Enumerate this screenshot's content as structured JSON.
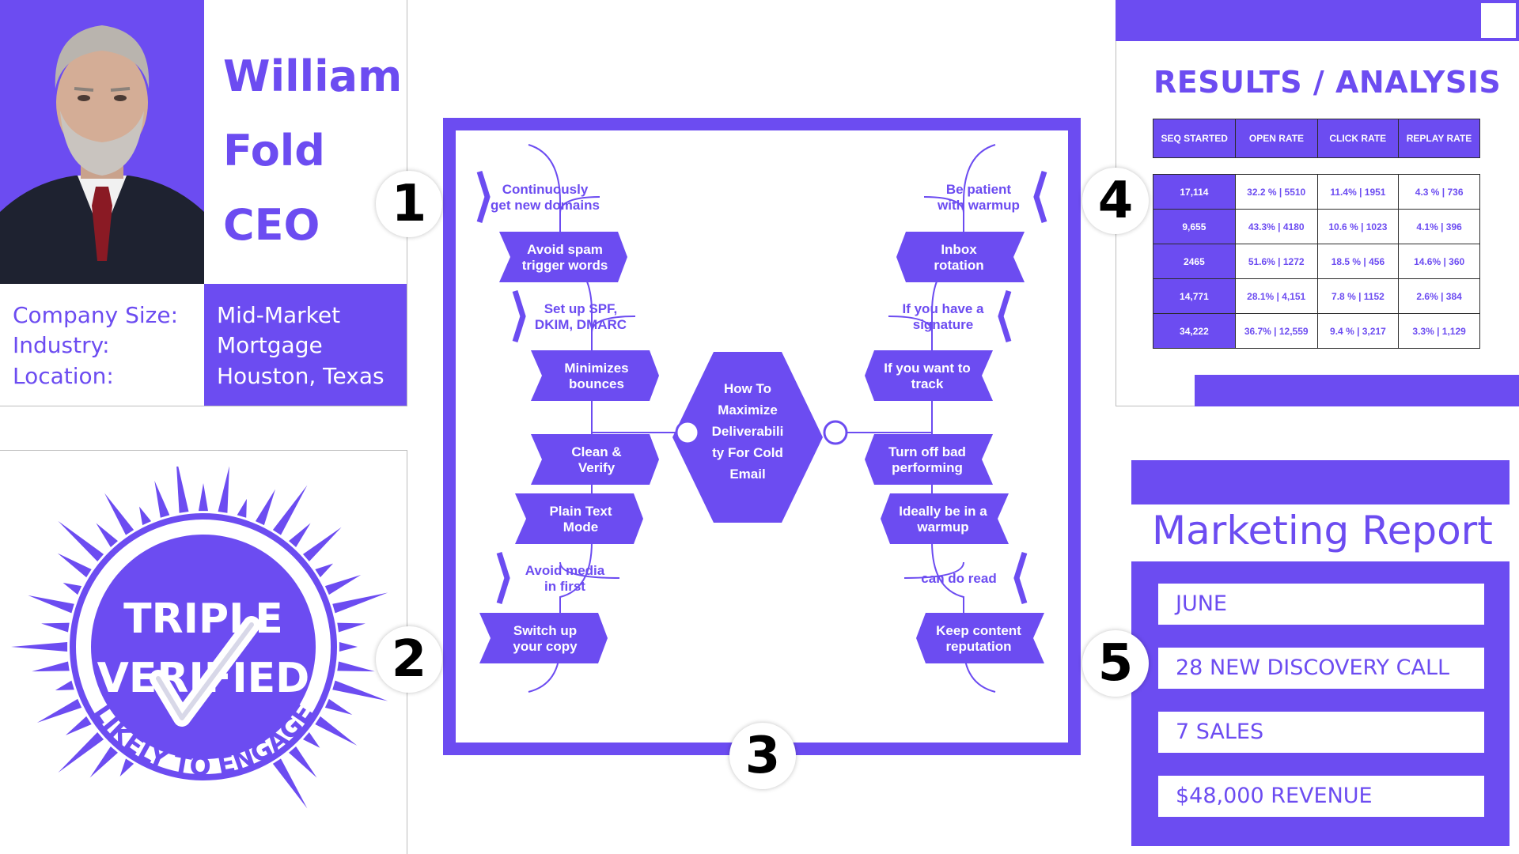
{
  "profile": {
    "first_name": "William",
    "last_name": "Fold",
    "title": "CEO",
    "labels": [
      "Company Size:",
      "Industry:",
      "Location:"
    ],
    "values": [
      "Mid-Market",
      "Mortgage",
      "Houston, Texas"
    ]
  },
  "badge": {
    "line1": "TRIPLE",
    "line2": "VERIFIED",
    "arc": "LIKELY TO ENGAGE"
  },
  "numbers": [
    "1",
    "2",
    "3",
    "4",
    "5"
  ],
  "mindmap": {
    "center": [
      "How To",
      "Maximize",
      "Deliverabili",
      "ty For Cold",
      "Email"
    ],
    "left": [
      [
        "Continuously",
        "get new domains"
      ],
      [
        "Avoid spam",
        "trigger words"
      ],
      [
        "Set up SPF,",
        "DKIM, DMARC"
      ],
      [
        "Minimizes",
        "bounces"
      ],
      [
        "Clean &",
        "Verify"
      ],
      [
        "Plain Text",
        "Mode"
      ],
      [
        "Avoid media",
        "in first"
      ],
      [
        "Switch up",
        "your copy"
      ]
    ],
    "right": [
      [
        "Be patient",
        "with warmup"
      ],
      [
        "Inbox",
        "rotation"
      ],
      [
        "If you have a",
        "signature"
      ],
      [
        "If you want to",
        "track"
      ],
      [
        "Turn off bad",
        "performing"
      ],
      [
        "Ideally be in a",
        "warmup"
      ],
      [
        "can do read",
        ""
      ],
      [
        "Keep content",
        "reputation"
      ]
    ]
  },
  "results": {
    "title": "RESULTS / ANALYSIS",
    "headers": [
      "SEQ STARTED",
      "OPEN RATE",
      "CLICK RATE",
      "REPLAY RATE"
    ],
    "rows": [
      [
        "17,114",
        "32.2 % | 5510",
        "11.4% | 1951",
        "4.3 % | 736"
      ],
      [
        "9,655",
        "43.3% | 4180",
        "10.6 % | 1023",
        "4.1% | 396"
      ],
      [
        "2465",
        "51.6% | 1272",
        "18.5 % | 456",
        "14.6% | 360"
      ],
      [
        "14,771",
        "28.1% | 4,151",
        "7.8 % | 1152",
        "2.6% | 384"
      ],
      [
        "34,222",
        "36.7% | 12,559",
        "9.4 % | 3,217",
        "3.3% | 1,129"
      ]
    ]
  },
  "report": {
    "title": "Marketing Report",
    "items": [
      "JUNE",
      "28 NEW DISCOVERY CALL",
      "7 SALES",
      "$48,000 REVENUE"
    ]
  },
  "colors": {
    "accent": "#6c4cf1",
    "border": "#bdbdbd"
  }
}
